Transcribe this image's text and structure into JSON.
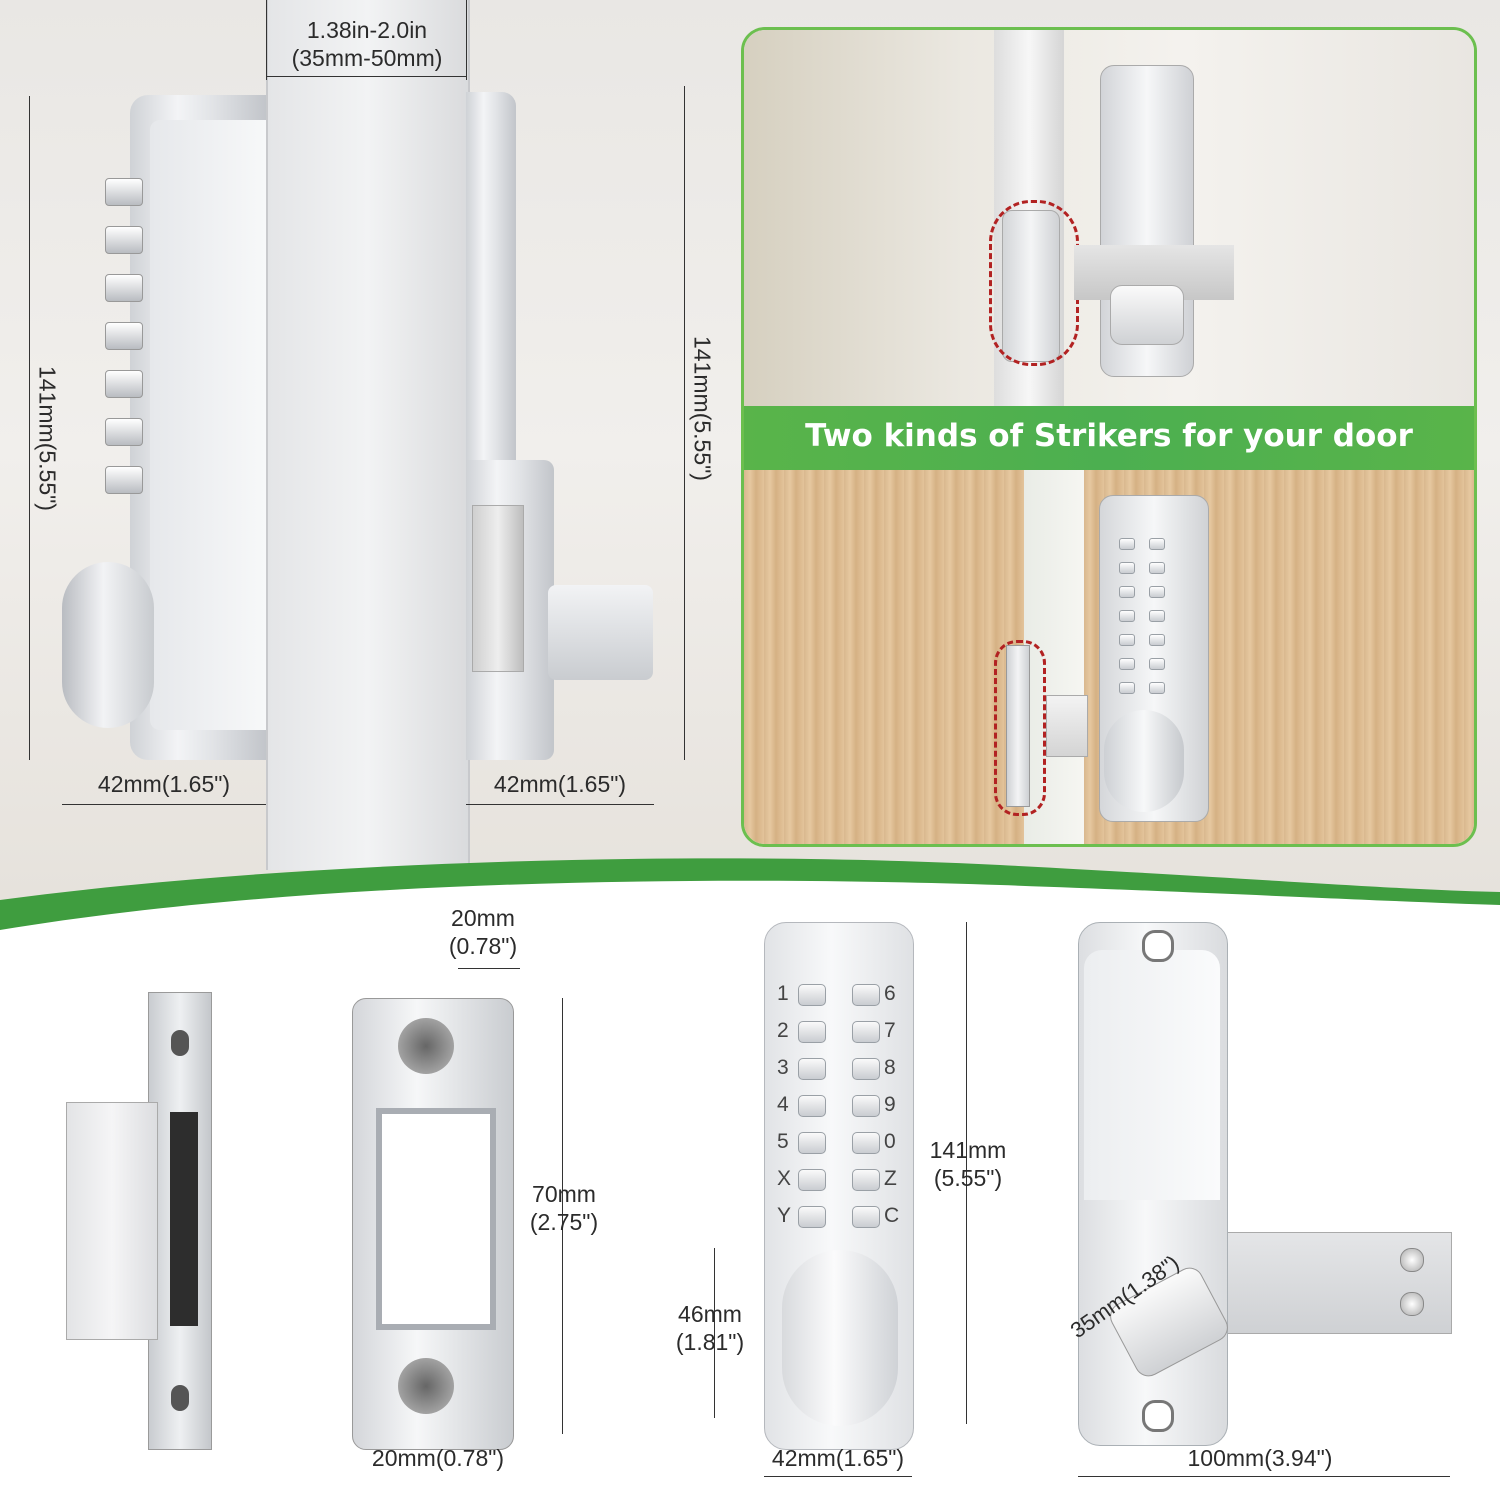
{
  "top_left": {
    "door_thickness": "1.38in-2.0in",
    "door_thickness_mm": "(35mm-50mm)",
    "height_left": "141mm(5.55\")",
    "height_right": "141mm(5.55\")",
    "width_outer": "42mm(1.65\")",
    "width_inner": "42mm(1.65\")"
  },
  "banner": {
    "text": "Two kinds of Strikers for your door",
    "color": "#4caf50"
  },
  "keypad": {
    "left_keys": [
      "1",
      "2",
      "3",
      "4",
      "5",
      "X",
      "Y"
    ],
    "right_keys": [
      "6",
      "7",
      "8",
      "9",
      "0",
      "Z",
      "C"
    ]
  },
  "bottom": {
    "striker_width_top": "20mm",
    "striker_width_top_in": "(0.78\")",
    "striker_height": "70mm",
    "striker_height_in": "(2.75\")",
    "striker_width_bottom": "20mm(0.78\")",
    "lock_height": "141mm",
    "lock_height_in": "(5.55\")",
    "knob_height": "46mm",
    "knob_height_in": "(1.81\")",
    "lock_width": "42mm(1.65\")",
    "handle_dia": "35mm(1.38\")",
    "back_width": "100mm(3.94\")"
  }
}
